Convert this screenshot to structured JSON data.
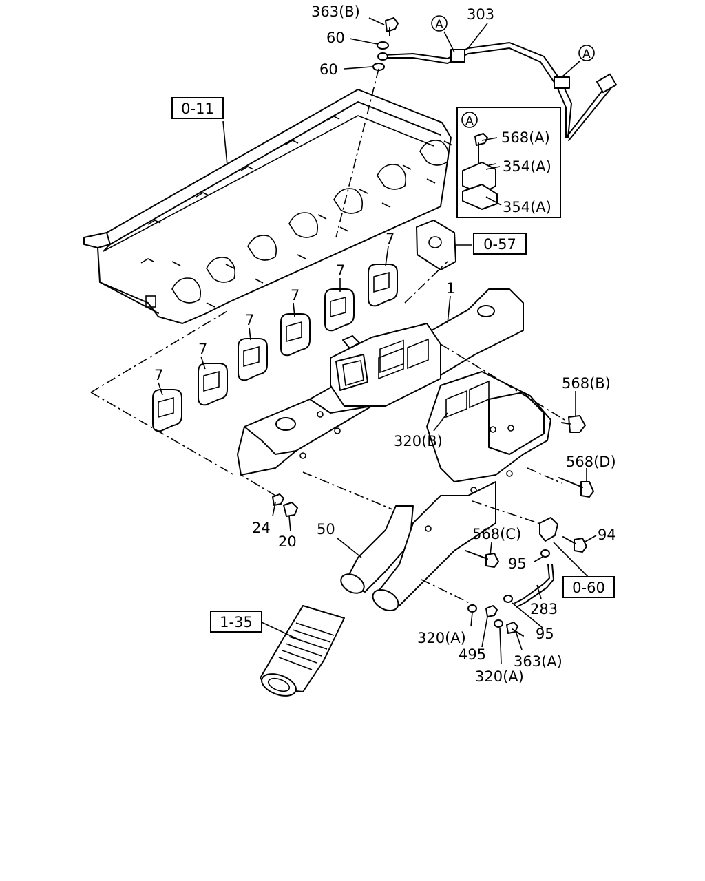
{
  "references": {
    "ref_0_11": "0-11",
    "ref_0_57": "0-57",
    "ref_0_60": "0-60",
    "ref_1_35": "1-35"
  },
  "callouts": {
    "c363b": "363(B)",
    "c60a": "60",
    "c60b": "60",
    "c303": "303",
    "c568a": "568(A)",
    "c354a1": "354(A)",
    "c354a2": "354(A)",
    "c7a": "7",
    "c7b": "7",
    "c7c": "7",
    "c7d": "7",
    "c7e": "7",
    "c7f": "7",
    "c1": "1",
    "c568b": "568(B)",
    "c320b": "320(B)",
    "c568d": "568(D)",
    "c24": "24",
    "c20": "20",
    "c50": "50",
    "c568c": "568(C)",
    "c94": "94",
    "c95a": "95",
    "c283": "283",
    "c95b": "95",
    "c320a1": "320(A)",
    "c495": "495",
    "c363a": "363(A)",
    "c320a2": "320(A)"
  },
  "circle_markers": {
    "top_left": "A",
    "top_right": "A",
    "detail": "A"
  }
}
